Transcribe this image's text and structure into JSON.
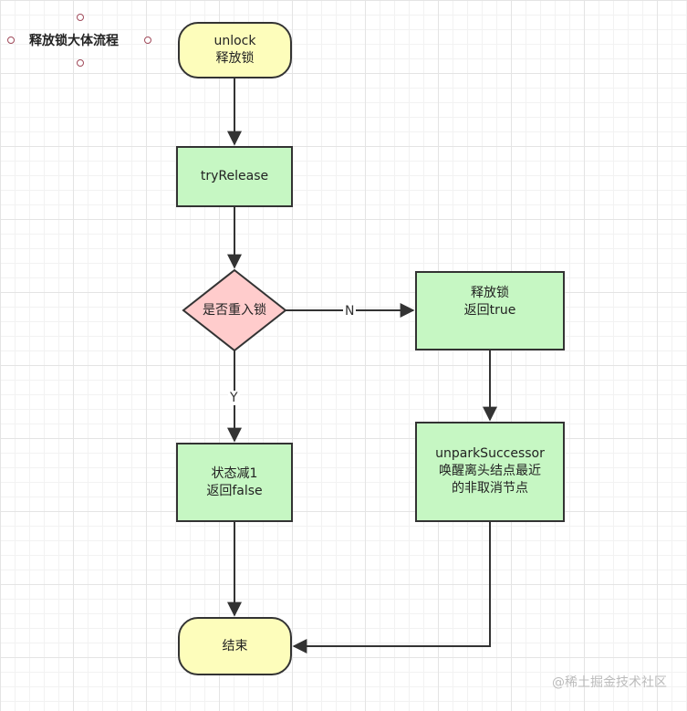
{
  "title": "释放锁大体流程",
  "nodes": {
    "unlock": {
      "line1": "unlock",
      "line2": "释放锁"
    },
    "try_release": {
      "label": "tryRelease"
    },
    "decision": {
      "label": "是否重入锁"
    },
    "release_true": {
      "line1": "释放锁",
      "line2": "返回true"
    },
    "unpark": {
      "line1": "unparkSuccessor",
      "line2": "唤醒离头结点最近",
      "line3": "的非取消节点"
    },
    "decrement": {
      "line1": "状态减1",
      "line2": "返回false"
    },
    "end": {
      "label": "结束"
    }
  },
  "edges": {
    "no_label": "N",
    "yes_label": "Y"
  },
  "watermark": "@稀土掘金技术社区",
  "colors": {
    "terminal_fill": "#fdfdbb",
    "process_fill": "#c6f7c3",
    "decision_fill": "#ffcccc",
    "stroke": "#333333"
  }
}
